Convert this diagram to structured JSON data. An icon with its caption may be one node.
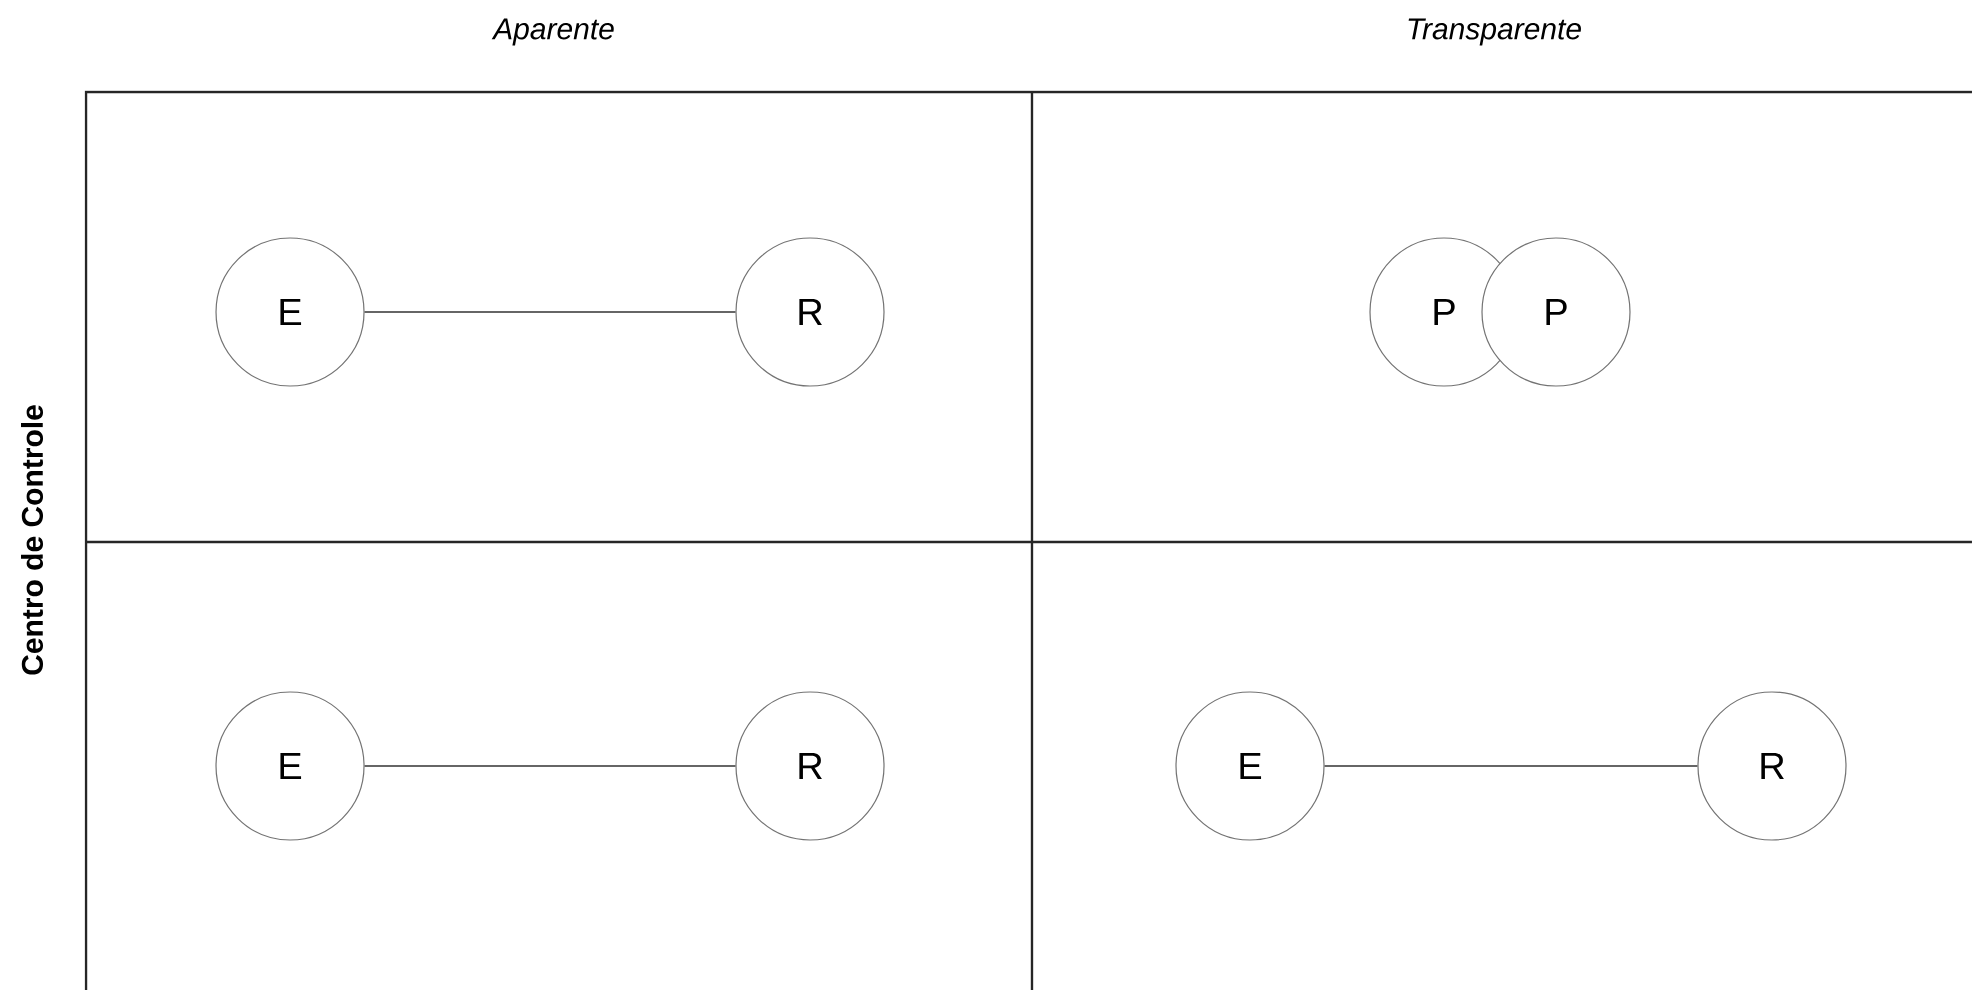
{
  "diagram": {
    "nodes": [
      {
        "text": [
          "E"
        ]
      },
      {
        "text": [
          "R"
        ]
      },
      {
        "text": [
          "P"
        ]
      },
      {
        "text": [
          "P"
        ]
      },
      {
        "text": [
          "E"
        ]
      },
      {
        "text": [
          "R"
        ]
      },
      {
        "text": [
          "E"
        ]
      },
      {
        "text": [
          "R"
        ]
      }
    ],
    "edges": [
      {
        "from": 0,
        "to": 1,
        "arrow": "none"
      },
      {
        "from": 4,
        "to": 5,
        "arrow": "none"
      },
      {
        "from": 6,
        "to": 7,
        "arrow": "none"
      }
    ],
    "labels": [
      "Aparente",
      "Transparente",
      "Centro de Controle"
    ]
  }
}
